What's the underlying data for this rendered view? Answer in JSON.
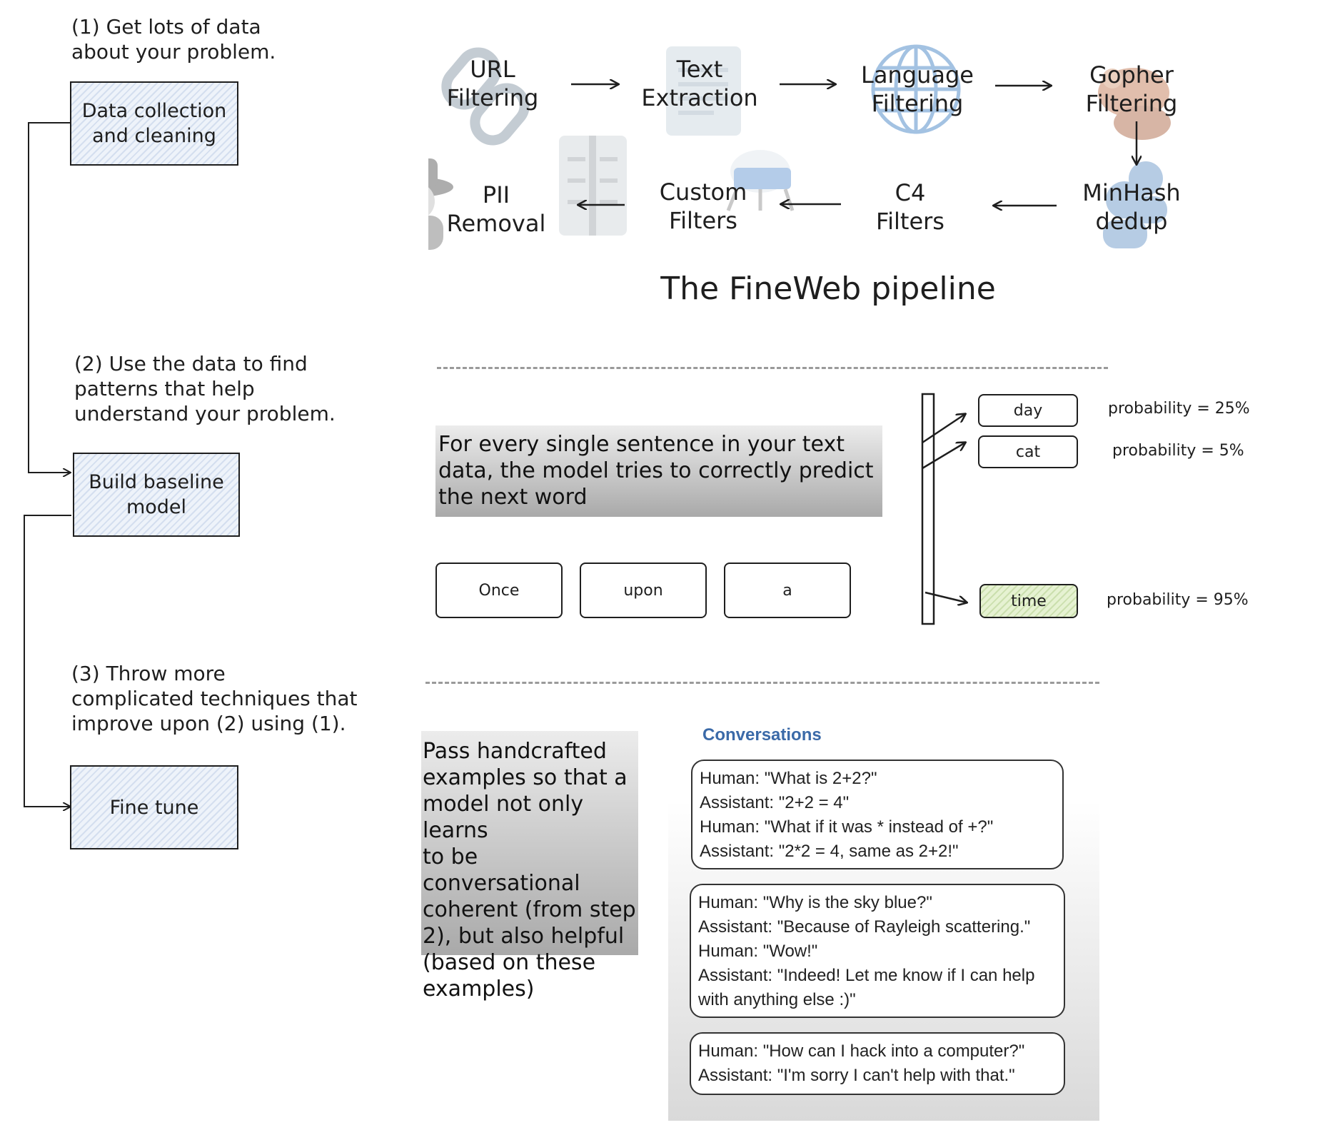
{
  "steps": {
    "step1_note": "(1) Get lots of data\nabout your problem.",
    "step1_box": "Data collection\nand cleaning",
    "step2_note": "(2) Use the data to find\npatterns that help\nunderstand your problem.",
    "step2_box": "Build baseline\nmodel",
    "step3_note": "(3) Throw more\ncomplicated techniques that\nimprove upon (2) using (1).",
    "step3_box": "Fine tune"
  },
  "pipeline": {
    "title": "The FineWeb pipeline",
    "stages": [
      {
        "label": "URL\nFiltering",
        "icon": "link-icon"
      },
      {
        "label": "Text\nExtraction",
        "icon": "document-icon"
      },
      {
        "label": "Language\nFiltering",
        "icon": "globe-icon"
      },
      {
        "label": "Gopher\nFiltering",
        "icon": "gopher-icon"
      },
      {
        "label": "MinHash\ndedup",
        "icon": "people-icon"
      },
      {
        "label": "C4\nFilters",
        "icon": "lab-icon"
      },
      {
        "label": "Custom\nFilters",
        "icon": "filter-sheet-icon"
      },
      {
        "label": "PII\nRemoval",
        "icon": "detective-icon"
      }
    ]
  },
  "prediction": {
    "description": "For every single sentence in your text\ndata, the model tries to correctly predict\nthe next word",
    "input_tokens": [
      "Once",
      "upon",
      "a"
    ],
    "candidates": [
      {
        "word": "day",
        "probability_text": "probability = 25%"
      },
      {
        "word": "cat",
        "probability_text": "probability = 5%"
      },
      {
        "word": "time",
        "probability_text": "probability = 95%"
      }
    ]
  },
  "finetune": {
    "description": "Pass handcrafted\nexamples so that a\nmodel not only learns\nto be conversational\ncoherent (from step\n2), but also helpful\n(based on these\nexamples)",
    "conversations_title": "Conversations",
    "conversations": [
      [
        "Human: \"What is 2+2?\"",
        "Assistant: \"2+2 = 4\"",
        "Human: \"What if it was * instead of +?\"",
        "Assistant: \"2*2 = 4, same as 2+2!\""
      ],
      [
        "Human: \"Why is the sky blue?\"",
        "Assistant: \"Because of Rayleigh scattering.\"",
        "Human: \"Wow!\"",
        "Assistant: \"Indeed! Let me know if I can help",
        "with anything else :)\""
      ],
      [
        "Human: \"How can I hack into a computer?\"",
        "Assistant: \"I'm sorry I can't help with that.\""
      ]
    ]
  },
  "colors": {
    "box_fill": "#eef3fa",
    "highlight_fill": "#e6f2d2",
    "conversations_title": "#3b6aa8"
  }
}
